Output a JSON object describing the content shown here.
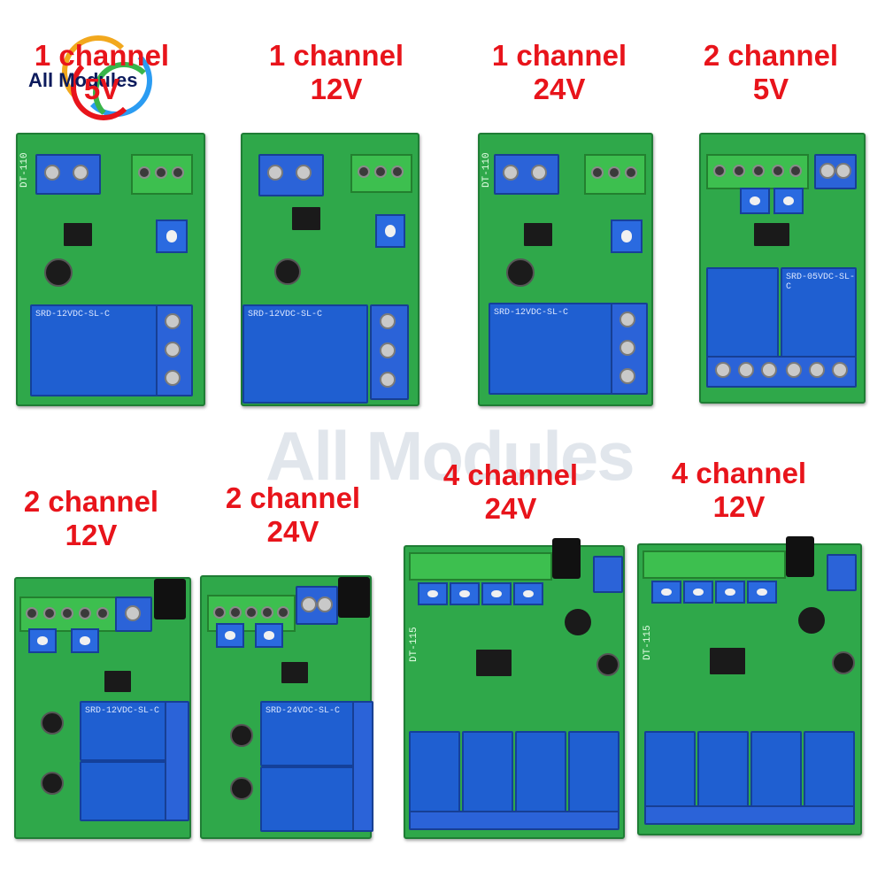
{
  "logo": {
    "text": "All Modules"
  },
  "watermark": {
    "text": "All Modules"
  },
  "products": [
    {
      "name": "1 channel",
      "voltage": "5V"
    },
    {
      "name": "1 channel",
      "voltage": "12V"
    },
    {
      "name": "1 channel",
      "voltage": "24V"
    },
    {
      "name": "2 channel",
      "voltage": "5V"
    },
    {
      "name": "2 channel",
      "voltage": "12V"
    },
    {
      "name": "2 channel",
      "voltage": "24V"
    },
    {
      "name": "4 channel",
      "voltage": "24V"
    },
    {
      "name": "4 channel",
      "voltage": "12V"
    }
  ],
  "silkscreen": {
    "b1": "DT-110",
    "b3": "DT-110",
    "b7": "DT-115",
    "b8": "DT-115",
    "relay_12v": "SRD-12VDC-SL-C",
    "relay_24v": "SRD-24VDC-SL-C",
    "relay_5v": "SRD-05VDC-SL-C"
  },
  "colors": {
    "label": "#e8141b",
    "pcb": "#2fa84a",
    "relay": "#1f5fd1"
  }
}
